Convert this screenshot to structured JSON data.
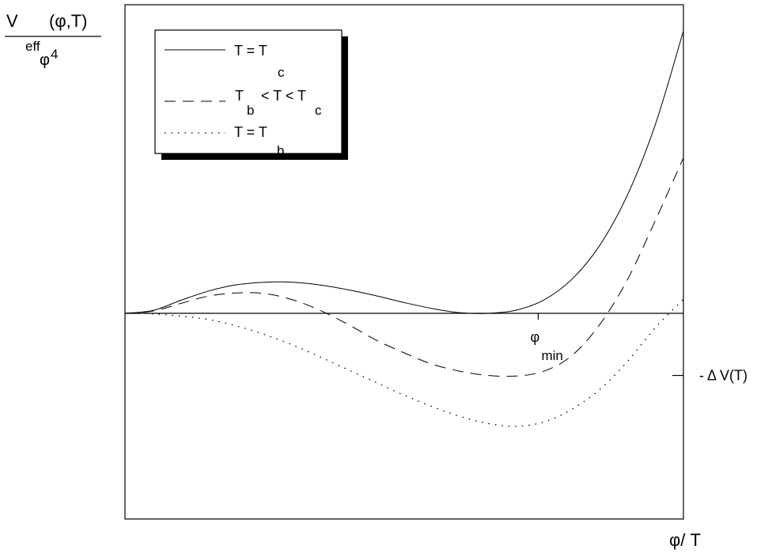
{
  "chart_data": {
    "type": "line",
    "ylabel": {
      "main": "V",
      "args": "(φ,T)",
      "sub": "eff",
      "denominator": "φ",
      "denominator_power": "4"
    },
    "xlabel": "φ/ T",
    "xlim": [
      0,
      1.0
    ],
    "ylim": [
      -1.0,
      1.0
    ],
    "grid": false,
    "legend_position": "top-left",
    "annotations": {
      "phi_min": {
        "symbol": "φ",
        "sub": "min",
        "x": 0.74
      },
      "delta_v": {
        "label": "- Δ V(T)",
        "y": -0.22
      }
    },
    "legend": [
      {
        "style": "solid",
        "parts": [
          "T = T",
          "c"
        ]
      },
      {
        "style": "dashed",
        "parts": [
          "T",
          "b",
          "< T < T",
          "c"
        ]
      },
      {
        "style": "dotted",
        "parts": [
          "T = T",
          "b"
        ]
      }
    ],
    "series": [
      {
        "style": "solid",
        "x": [
          0,
          0.05,
          0.1,
          0.15,
          0.2,
          0.25,
          0.3,
          0.35,
          0.4,
          0.45,
          0.5,
          0.55,
          0.6,
          0.65,
          0.7,
          0.75,
          0.8,
          0.85,
          0.9,
          0.95,
          1.0
        ],
        "y": [
          0,
          0.01,
          0.046,
          0.079,
          0.101,
          0.11,
          0.11,
          0.1,
          0.083,
          0.062,
          0.038,
          0.017,
          0.002,
          0.0,
          0.011,
          0.047,
          0.12,
          0.24,
          0.42,
          0.67,
          1.0
        ]
      },
      {
        "style": "dashed",
        "x": [
          0,
          0.05,
          0.1,
          0.15,
          0.2,
          0.25,
          0.3,
          0.35,
          0.4,
          0.45,
          0.5,
          0.55,
          0.6,
          0.65,
          0.7,
          0.75,
          0.8,
          0.85,
          0.9,
          0.95,
          1.0
        ],
        "y": [
          0,
          0.008,
          0.035,
          0.061,
          0.072,
          0.07,
          0.048,
          0.01,
          -0.04,
          -0.095,
          -0.14,
          -0.18,
          -0.205,
          -0.22,
          -0.222,
          -0.205,
          -0.15,
          -0.04,
          0.12,
          0.33,
          0.55
        ]
      },
      {
        "style": "dotted",
        "x": [
          0,
          0.05,
          0.1,
          0.15,
          0.2,
          0.25,
          0.3,
          0.35,
          0.4,
          0.45,
          0.5,
          0.55,
          0.6,
          0.65,
          0.7,
          0.75,
          0.8,
          0.85,
          0.9,
          0.95,
          1.0
        ],
        "y": [
          0,
          -0.002,
          -0.01,
          -0.022,
          -0.045,
          -0.075,
          -0.112,
          -0.155,
          -0.2,
          -0.245,
          -0.29,
          -0.33,
          -0.365,
          -0.39,
          -0.4,
          -0.385,
          -0.34,
          -0.27,
          -0.17,
          -0.05,
          0.05
        ]
      }
    ]
  }
}
